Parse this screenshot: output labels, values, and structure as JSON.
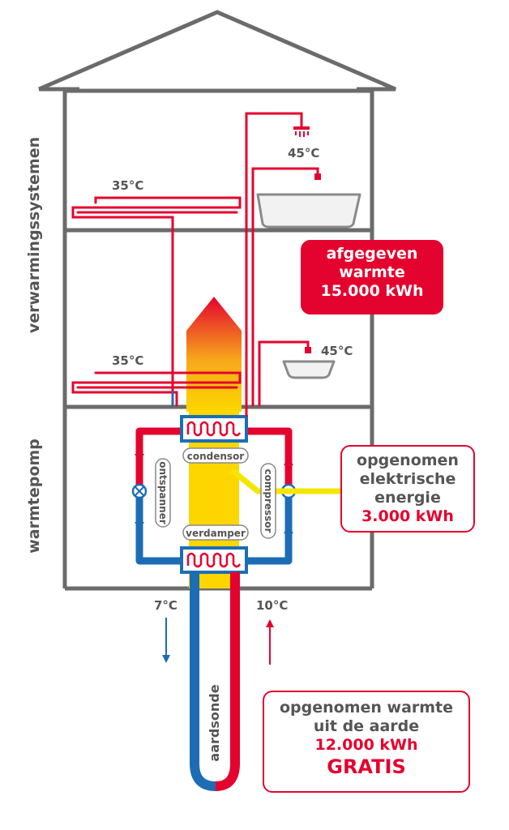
{
  "labels": {
    "side_upper": "verwarmingssystemen",
    "side_lower": "warmtepomp",
    "temp_floor_upper": "35°C",
    "temp_floor_lower": "35°C",
    "temp_shower": "45°C",
    "temp_sink": "45°C",
    "condensor": "condensor",
    "verdamper": "verdamper",
    "ontspanner": "ontspanner",
    "compressor": "compressor",
    "temp_out": "7°C",
    "temp_in": "10°C",
    "aardsonde": "aardsonde"
  },
  "boxes": {
    "released": {
      "line1": "afgegeven",
      "line2": "warmte",
      "line3": "15.000 kWh"
    },
    "electric": {
      "line1": "opgenomen",
      "line2": "elektrische",
      "line3": "energie",
      "line4": "3.000 kWh"
    },
    "ground": {
      "line1": "opgenomen warmte",
      "line2": "uit de aarde",
      "line3": "12.000 kWh",
      "line4": "GRATIS"
    }
  },
  "colors": {
    "hot": "#e4032e",
    "cold": "#1d6db5",
    "electric": "#f3e600",
    "house": "#6b6b6b"
  }
}
